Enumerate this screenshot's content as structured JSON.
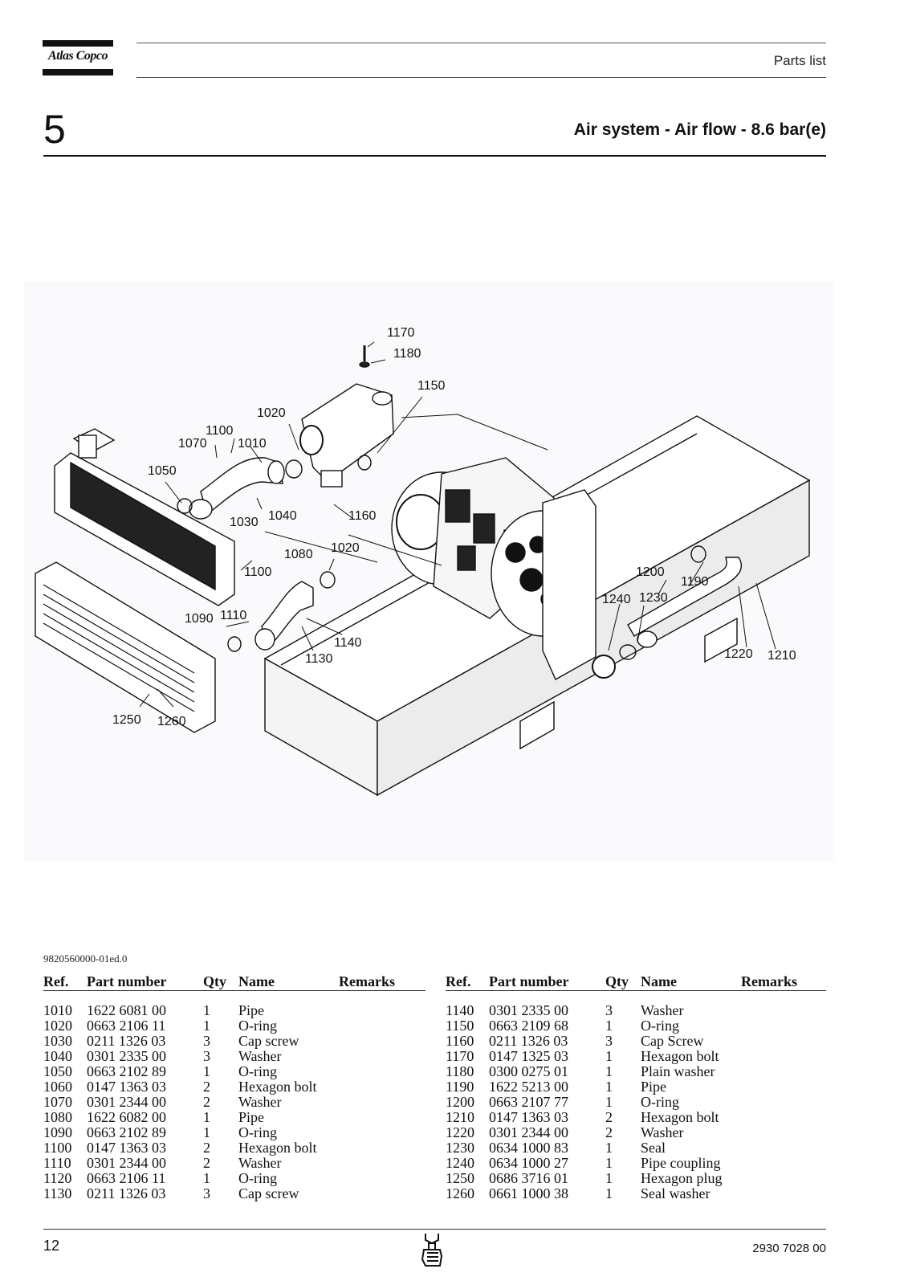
{
  "header": {
    "brand": "Atlas Copco",
    "doc_type": "Parts list"
  },
  "section": {
    "number": "5",
    "title": "Air system - Air flow - 8.6 bar(e)"
  },
  "figure": {
    "callouts": [
      "1170",
      "1180",
      "1150",
      "1020",
      "1100",
      "1070",
      "1010",
      "1050",
      "1030",
      "1040",
      "1160",
      "1080",
      "1020",
      "1100",
      "1200",
      "1190",
      "1240",
      "1230",
      "1090",
      "1110",
      "1140",
      "1130",
      "1220",
      "1210",
      "1250",
      "1260"
    ]
  },
  "document_reference": "9820560000-01ed.0",
  "table": {
    "headers": {
      "ref": "Ref.",
      "part_number": "Part number",
      "qty": "Qty",
      "name": "Name",
      "remarks": "Remarks"
    },
    "left_rows": [
      {
        "ref": "1010",
        "pn": "1622 6081 00",
        "qty": "1",
        "name": "Pipe"
      },
      {
        "ref": "1020",
        "pn": "0663 2106 11",
        "qty": "1",
        "name": "O-ring"
      },
      {
        "ref": "1030",
        "pn": "0211 1326 03",
        "qty": "3",
        "name": "Cap screw"
      },
      {
        "ref": "1040",
        "pn": "0301 2335 00",
        "qty": "3",
        "name": "Washer"
      },
      {
        "ref": "1050",
        "pn": "0663 2102 89",
        "qty": "1",
        "name": "O-ring"
      },
      {
        "ref": "1060",
        "pn": "0147 1363 03",
        "qty": "2",
        "name": "Hexagon bolt"
      },
      {
        "ref": "1070",
        "pn": "0301 2344 00",
        "qty": "2",
        "name": "Washer"
      },
      {
        "ref": "1080",
        "pn": "1622 6082 00",
        "qty": "1",
        "name": "Pipe"
      },
      {
        "ref": "1090",
        "pn": "0663 2102 89",
        "qty": "1",
        "name": "O-ring"
      },
      {
        "ref": "1100",
        "pn": "0147 1363 03",
        "qty": "2",
        "name": "Hexagon bolt"
      },
      {
        "ref": "1110",
        "pn": "0301 2344 00",
        "qty": "2",
        "name": "Washer"
      },
      {
        "ref": "1120",
        "pn": "0663 2106 11",
        "qty": "1",
        "name": "O-ring"
      },
      {
        "ref": "1130",
        "pn": "0211 1326 03",
        "qty": "3",
        "name": "Cap screw"
      }
    ],
    "right_rows": [
      {
        "ref": "1140",
        "pn": "0301 2335 00",
        "qty": "3",
        "name": "Washer"
      },
      {
        "ref": "1150",
        "pn": "0663 2109 68",
        "qty": "1",
        "name": "O-ring"
      },
      {
        "ref": "1160",
        "pn": "0211 1326 03",
        "qty": "3",
        "name": "Cap Screw"
      },
      {
        "ref": "1170",
        "pn": "0147 1325 03",
        "qty": "1",
        "name": "Hexagon bolt"
      },
      {
        "ref": "1180",
        "pn": "0300 0275 01",
        "qty": "1",
        "name": "Plain washer"
      },
      {
        "ref": "1190",
        "pn": "1622 5213 00",
        "qty": "1",
        "name": "Pipe"
      },
      {
        "ref": "1200",
        "pn": "0663 2107 77",
        "qty": "1",
        "name": "O-ring"
      },
      {
        "ref": "1210",
        "pn": "0147 1363 03",
        "qty": "2",
        "name": "Hexagon bolt"
      },
      {
        "ref": "1220",
        "pn": "0301 2344 00",
        "qty": "2",
        "name": "Washer"
      },
      {
        "ref": "1230",
        "pn": "0634 1000 83",
        "qty": "1",
        "name": "Seal"
      },
      {
        "ref": "1240",
        "pn": "0634 1000 27",
        "qty": "1",
        "name": "Pipe coupling"
      },
      {
        "ref": "1250",
        "pn": "0686 3716 01",
        "qty": "1",
        "name": "Hexagon plug"
      },
      {
        "ref": "1260",
        "pn": "0661 1000 38",
        "qty": "1",
        "name": "Seal washer"
      }
    ]
  },
  "footer": {
    "page": "12",
    "doc_number": "2930 7028 00"
  }
}
